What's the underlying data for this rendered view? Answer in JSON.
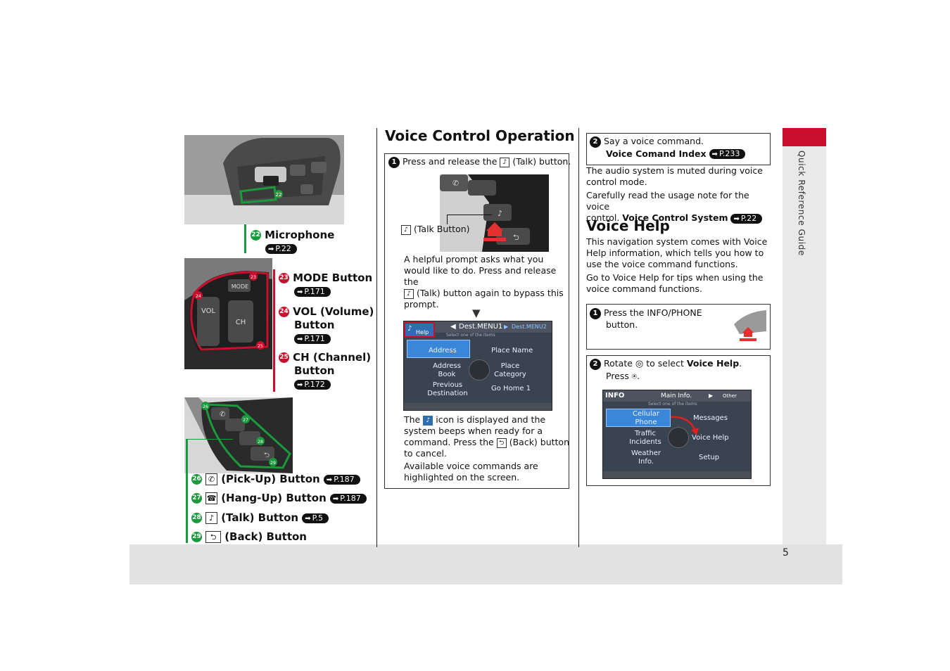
{
  "page": {
    "number": "5",
    "side_tab": "Quick Reference Guide",
    "accent_color": "#c8102e",
    "callout_green": "#1a9a3c"
  },
  "left": {
    "microphone": {
      "num": "22",
      "title": "Microphone",
      "ref": "P.22"
    },
    "mode": {
      "num": "23",
      "title": "MODE Button",
      "ref": "P.171"
    },
    "vol": {
      "num": "24",
      "title": "VOL (Volume) Button",
      "title_line1": "VOL (Volume)",
      "title_line2": "Button",
      "ref": "P.171"
    },
    "ch": {
      "num": "25",
      "title_line1": "CH (Channel)",
      "title_line2": "Button",
      "ref": "P.172"
    },
    "wheel_labels": {
      "mode": "MODE",
      "vol": "VOL",
      "ch": "CH"
    },
    "pickup": {
      "num": "26",
      "title": "(Pick-Up) Button",
      "ref": "P.187"
    },
    "hangup": {
      "num": "27",
      "title": "(Hang-Up) Button",
      "ref": "P.187"
    },
    "talk": {
      "num": "28",
      "title": "(Talk) Button",
      "ref": "P.5"
    },
    "back": {
      "num": "29",
      "title": "(Back) Button"
    }
  },
  "middle": {
    "heading": "Voice Control Operation",
    "step1": {
      "num": "1",
      "text_before": "Press and release the",
      "text_after": "(Talk) button."
    },
    "talk_label": "(Talk Button)",
    "prompt_line1": "A helpful prompt asks what you",
    "prompt_line2": "would like to do. Press and release the",
    "prompt_line3": "(Talk) button again to bypass this",
    "prompt_line4": "prompt.",
    "screen": {
      "help_label": "Help",
      "title": "Dest.MENU1",
      "title2": "Dest.MENU2",
      "subtitle": "Select one of the items",
      "items": [
        "Address",
        "Place Name",
        "Address Book",
        "Place Category",
        "Previous Destination",
        "Go Home 1"
      ]
    },
    "icon_line1_before": "The",
    "icon_line1_after": "icon is displayed and the",
    "icon_line2": "system beeps when ready for a",
    "icon_line3_before": "command. Press the",
    "icon_line3_after": "(Back) button",
    "icon_line4": "to cancel.",
    "avail_line1": "Available voice commands are",
    "avail_line2": "highlighted on the screen."
  },
  "right": {
    "step2": {
      "num": "2",
      "text": "Say a voice command.",
      "index_label": "Voice Comand Index",
      "ref": "P.233"
    },
    "muted_line1": "The audio system is muted during voice",
    "muted_line2": "control mode.",
    "careful_line1": "Carefully read the usage note for the voice",
    "careful_line2": "control.",
    "careful_bold": "Voice Control System",
    "careful_ref": "P.22",
    "voice_help_heading": "Voice Help",
    "vh_line1": "This navigation system comes with Voice",
    "vh_line2": "Help information, which tells you how to",
    "vh_line3": "use the voice command functions.",
    "vh_line4": "Go to Voice Help for tips when using the",
    "vh_line5": "voice command functions.",
    "info_step1": {
      "num": "1",
      "line1": "Press the INFO/PHONE",
      "line2": "button."
    },
    "info_step2": {
      "num": "2",
      "rotate": "Rotate",
      "to_select": "to select",
      "bold": "Voice Help",
      "press": "Press"
    },
    "info_screen": {
      "label": "INFO",
      "title": "Main Info.",
      "other": "Other",
      "subtitle": "Select one of the items",
      "items": [
        "Cellular Phone",
        "Messages",
        "Traffic Incidents",
        "Voice Help",
        "Weather Info.",
        "Setup"
      ]
    }
  }
}
